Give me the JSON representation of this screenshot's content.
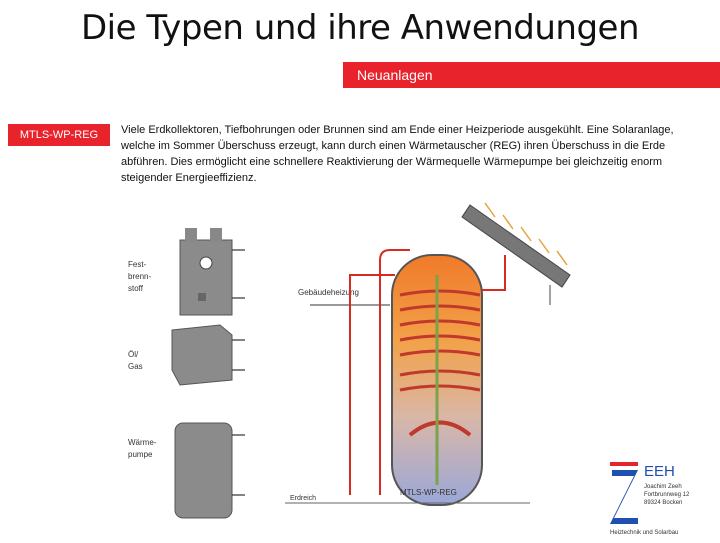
{
  "title": "Die Typen und ihre Anwendungen",
  "section_tag": "Neuanlagen",
  "side_label": "MTLS-WP-REG",
  "description": "Viele Erdkollektoren, Tiefbohrungen oder Brunnen sind am Ende einer Heizperiode ausgekühlt. Eine Solaranlage, welche im Sommer Überschuss erzeugt, kann durch einen Wärmetauscher (REG) ihren Überschuss in die Erde abführen. Dies ermöglicht eine schnellere Reaktivierung der Wärmequelle Wärmepumpe bei gleichzeitig enorm steigender Energieeffizienz.",
  "diagram": {
    "label_fest": [
      "Fest-",
      "brenn-",
      "stoff"
    ],
    "label_oel": [
      "Öl/",
      "Gas"
    ],
    "label_waerme": [
      "Wärme-",
      "pumpe"
    ],
    "label_heizung": "Gebäudeheizung",
    "label_erdreich": "Erdreich",
    "label_tank": "MTLS-WP-REG"
  },
  "logo": {
    "brand": "EEH",
    "line1": "Joachim Zeeh",
    "line2": "Fortbrunnweg 12",
    "line3": "89324 Bocken",
    "tagline": "Heiztechnik und Solarbau"
  },
  "colors": {
    "accent": "#e8232b"
  }
}
